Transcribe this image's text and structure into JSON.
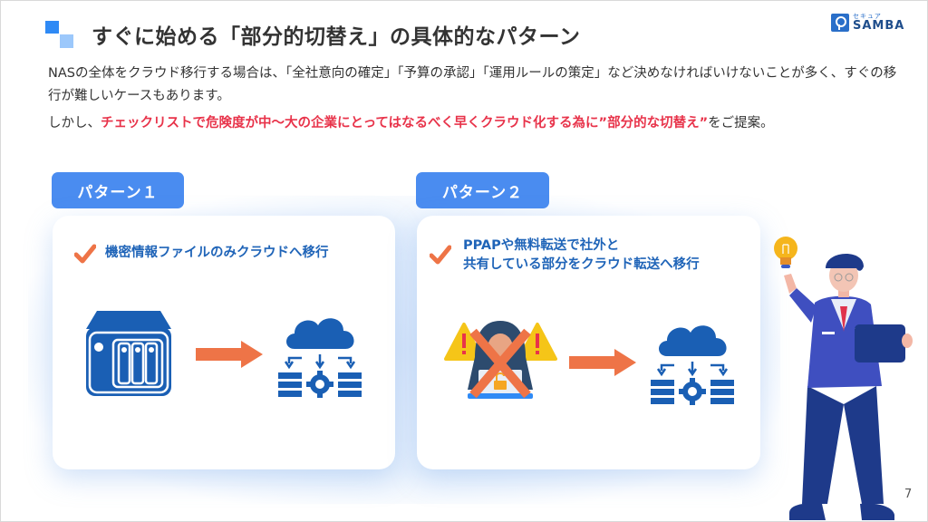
{
  "header": {
    "title": "すぐに始める「部分的切替え」の具体的なパターン",
    "logo": {
      "kana": "セキュア",
      "name": "SAMBA"
    }
  },
  "intro": {
    "paragraph1": "NASの全体をクラウド移行する場合は、「全社意向の確定」「予算の承認」「運用ルールの策定」など決めなければいけないことが多く、すぐの移行が難しいケースもあります。",
    "paragraph2_prefix": "しかし、",
    "paragraph2_highlight": "チェックリストで危険度が中～大の企業にとってはなるべく早くクラウド化する為に”部分的な切替え”",
    "paragraph2_suffix": "をご提案。"
  },
  "patterns": [
    {
      "badge": "パターン１",
      "heading_lines": [
        "機密情報ファイルのみクラウドへ移行"
      ],
      "from_icon": "nas-storage-icon",
      "to_icon": "cloud-server-icon"
    },
    {
      "badge": "パターン２",
      "heading_lines": [
        "PPAPや無料転送で社外と",
        "共有している部分をクラウド転送へ移行"
      ],
      "from_icon": "hacker-warning-crossed-icon",
      "to_icon": "cloud-server-icon"
    }
  ],
  "colors": {
    "accent_blue": "#4a8cf0",
    "heading_blue": "#1f64b8",
    "icon_blue": "#1a5fb4",
    "arrow_orange": "#ee7447",
    "highlight_red": "#e8334a"
  },
  "page_number": "7"
}
